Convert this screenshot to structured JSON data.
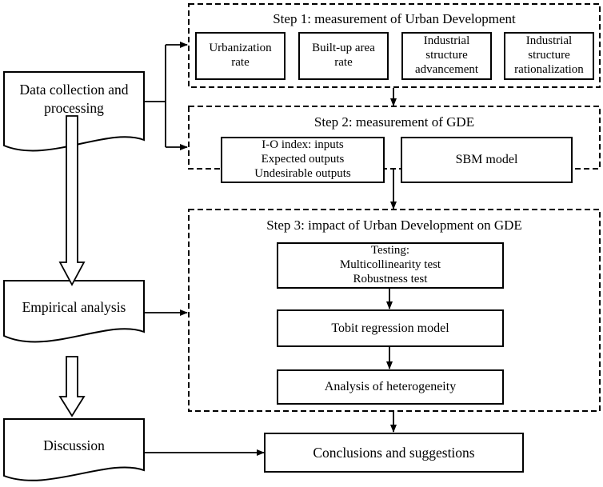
{
  "step1": {
    "title": "Step 1: measurement of Urban Development",
    "items": [
      "Urbanization\nrate",
      "Built-up area\nrate",
      "Industrial\nstructure\nadvancement",
      "Industrial\nstructure\nrationalization"
    ]
  },
  "step2": {
    "title": "Step 2: measurement of GDE",
    "io_box": "I-O index: inputs\nExpected outputs\nUndesirable outputs",
    "sbm_box": "SBM model"
  },
  "step3": {
    "title": "Step 3: impact of Urban Development on GDE",
    "testing": "Testing:\nMulticollinearity test\nRobustness test",
    "tobit": "Tobit regression model",
    "heterogeneity": "Analysis of heterogeneity"
  },
  "left": {
    "data_collection": "Data collection and\nprocessing",
    "empirical": "Empirical analysis",
    "discussion": "Discussion"
  },
  "conclusions": "Conclusions and suggestions"
}
